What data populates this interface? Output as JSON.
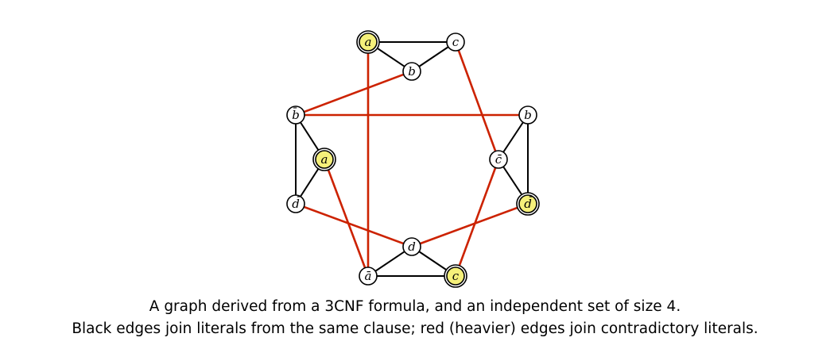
{
  "graph": {
    "clauses": [
      [
        "a",
        "b",
        "c"
      ],
      [
        "b̄",
        "a",
        "d̄"
      ],
      [
        "b",
        "c̄",
        "d̄"
      ],
      [
        "d",
        "ā",
        "c"
      ]
    ],
    "nodes": [
      {
        "id": "c1-a",
        "label": "a",
        "selected": true
      },
      {
        "id": "c1-c",
        "label": "c",
        "selected": false
      },
      {
        "id": "c1-b",
        "label": "b",
        "selected": false
      },
      {
        "id": "c2-bbar",
        "label": "b̄",
        "selected": false
      },
      {
        "id": "c2-a",
        "label": "a",
        "selected": true
      },
      {
        "id": "c2-dbar",
        "label": "d̄",
        "selected": false
      },
      {
        "id": "c3-b",
        "label": "b",
        "selected": false
      },
      {
        "id": "c3-cbar",
        "label": "c̄",
        "selected": false
      },
      {
        "id": "c3-dbar",
        "label": "d̄",
        "selected": true
      },
      {
        "id": "c4-d",
        "label": "d",
        "selected": false
      },
      {
        "id": "c4-abar",
        "label": "ā",
        "selected": false
      },
      {
        "id": "c4-c",
        "label": "c",
        "selected": true
      }
    ],
    "edges": [
      {
        "from": "c1-a",
        "to": "c1-c",
        "kind": "clause"
      },
      {
        "from": "c1-a",
        "to": "c1-b",
        "kind": "clause"
      },
      {
        "from": "c1-b",
        "to": "c1-c",
        "kind": "clause"
      },
      {
        "from": "c2-bbar",
        "to": "c2-a",
        "kind": "clause"
      },
      {
        "from": "c2-bbar",
        "to": "c2-dbar",
        "kind": "clause"
      },
      {
        "from": "c2-a",
        "to": "c2-dbar",
        "kind": "clause"
      },
      {
        "from": "c3-b",
        "to": "c3-cbar",
        "kind": "clause"
      },
      {
        "from": "c3-b",
        "to": "c3-dbar",
        "kind": "clause"
      },
      {
        "from": "c3-cbar",
        "to": "c3-dbar",
        "kind": "clause"
      },
      {
        "from": "c4-d",
        "to": "c4-abar",
        "kind": "clause"
      },
      {
        "from": "c4-d",
        "to": "c4-c",
        "kind": "clause"
      },
      {
        "from": "c4-abar",
        "to": "c4-c",
        "kind": "clause"
      },
      {
        "from": "c1-b",
        "to": "c2-bbar",
        "kind": "contradiction"
      },
      {
        "from": "c2-bbar",
        "to": "c3-b",
        "kind": "contradiction"
      },
      {
        "from": "c1-a",
        "to": "c4-abar",
        "kind": "contradiction"
      },
      {
        "from": "c1-c",
        "to": "c3-cbar",
        "kind": "contradiction"
      },
      {
        "from": "c2-a",
        "to": "c4-abar",
        "kind": "contradiction"
      },
      {
        "from": "c2-dbar",
        "to": "c4-d",
        "kind": "contradiction"
      },
      {
        "from": "c3-cbar",
        "to": "c4-c",
        "kind": "contradiction"
      },
      {
        "from": "c3-dbar",
        "to": "c4-d",
        "kind": "contradiction"
      }
    ]
  },
  "colors": {
    "clause_edge": "#000000",
    "contradiction_edge": "#cc2200",
    "selected_fill": "#f5f07a",
    "node_fill": "#ffffff",
    "node_stroke": "#000000"
  },
  "caption": {
    "line1": "A graph derived from a 3CNF formula, and an independent set of size 4.",
    "line2": "Black edges join literals from the same clause; red (heavier) edges join contradictory literals."
  }
}
